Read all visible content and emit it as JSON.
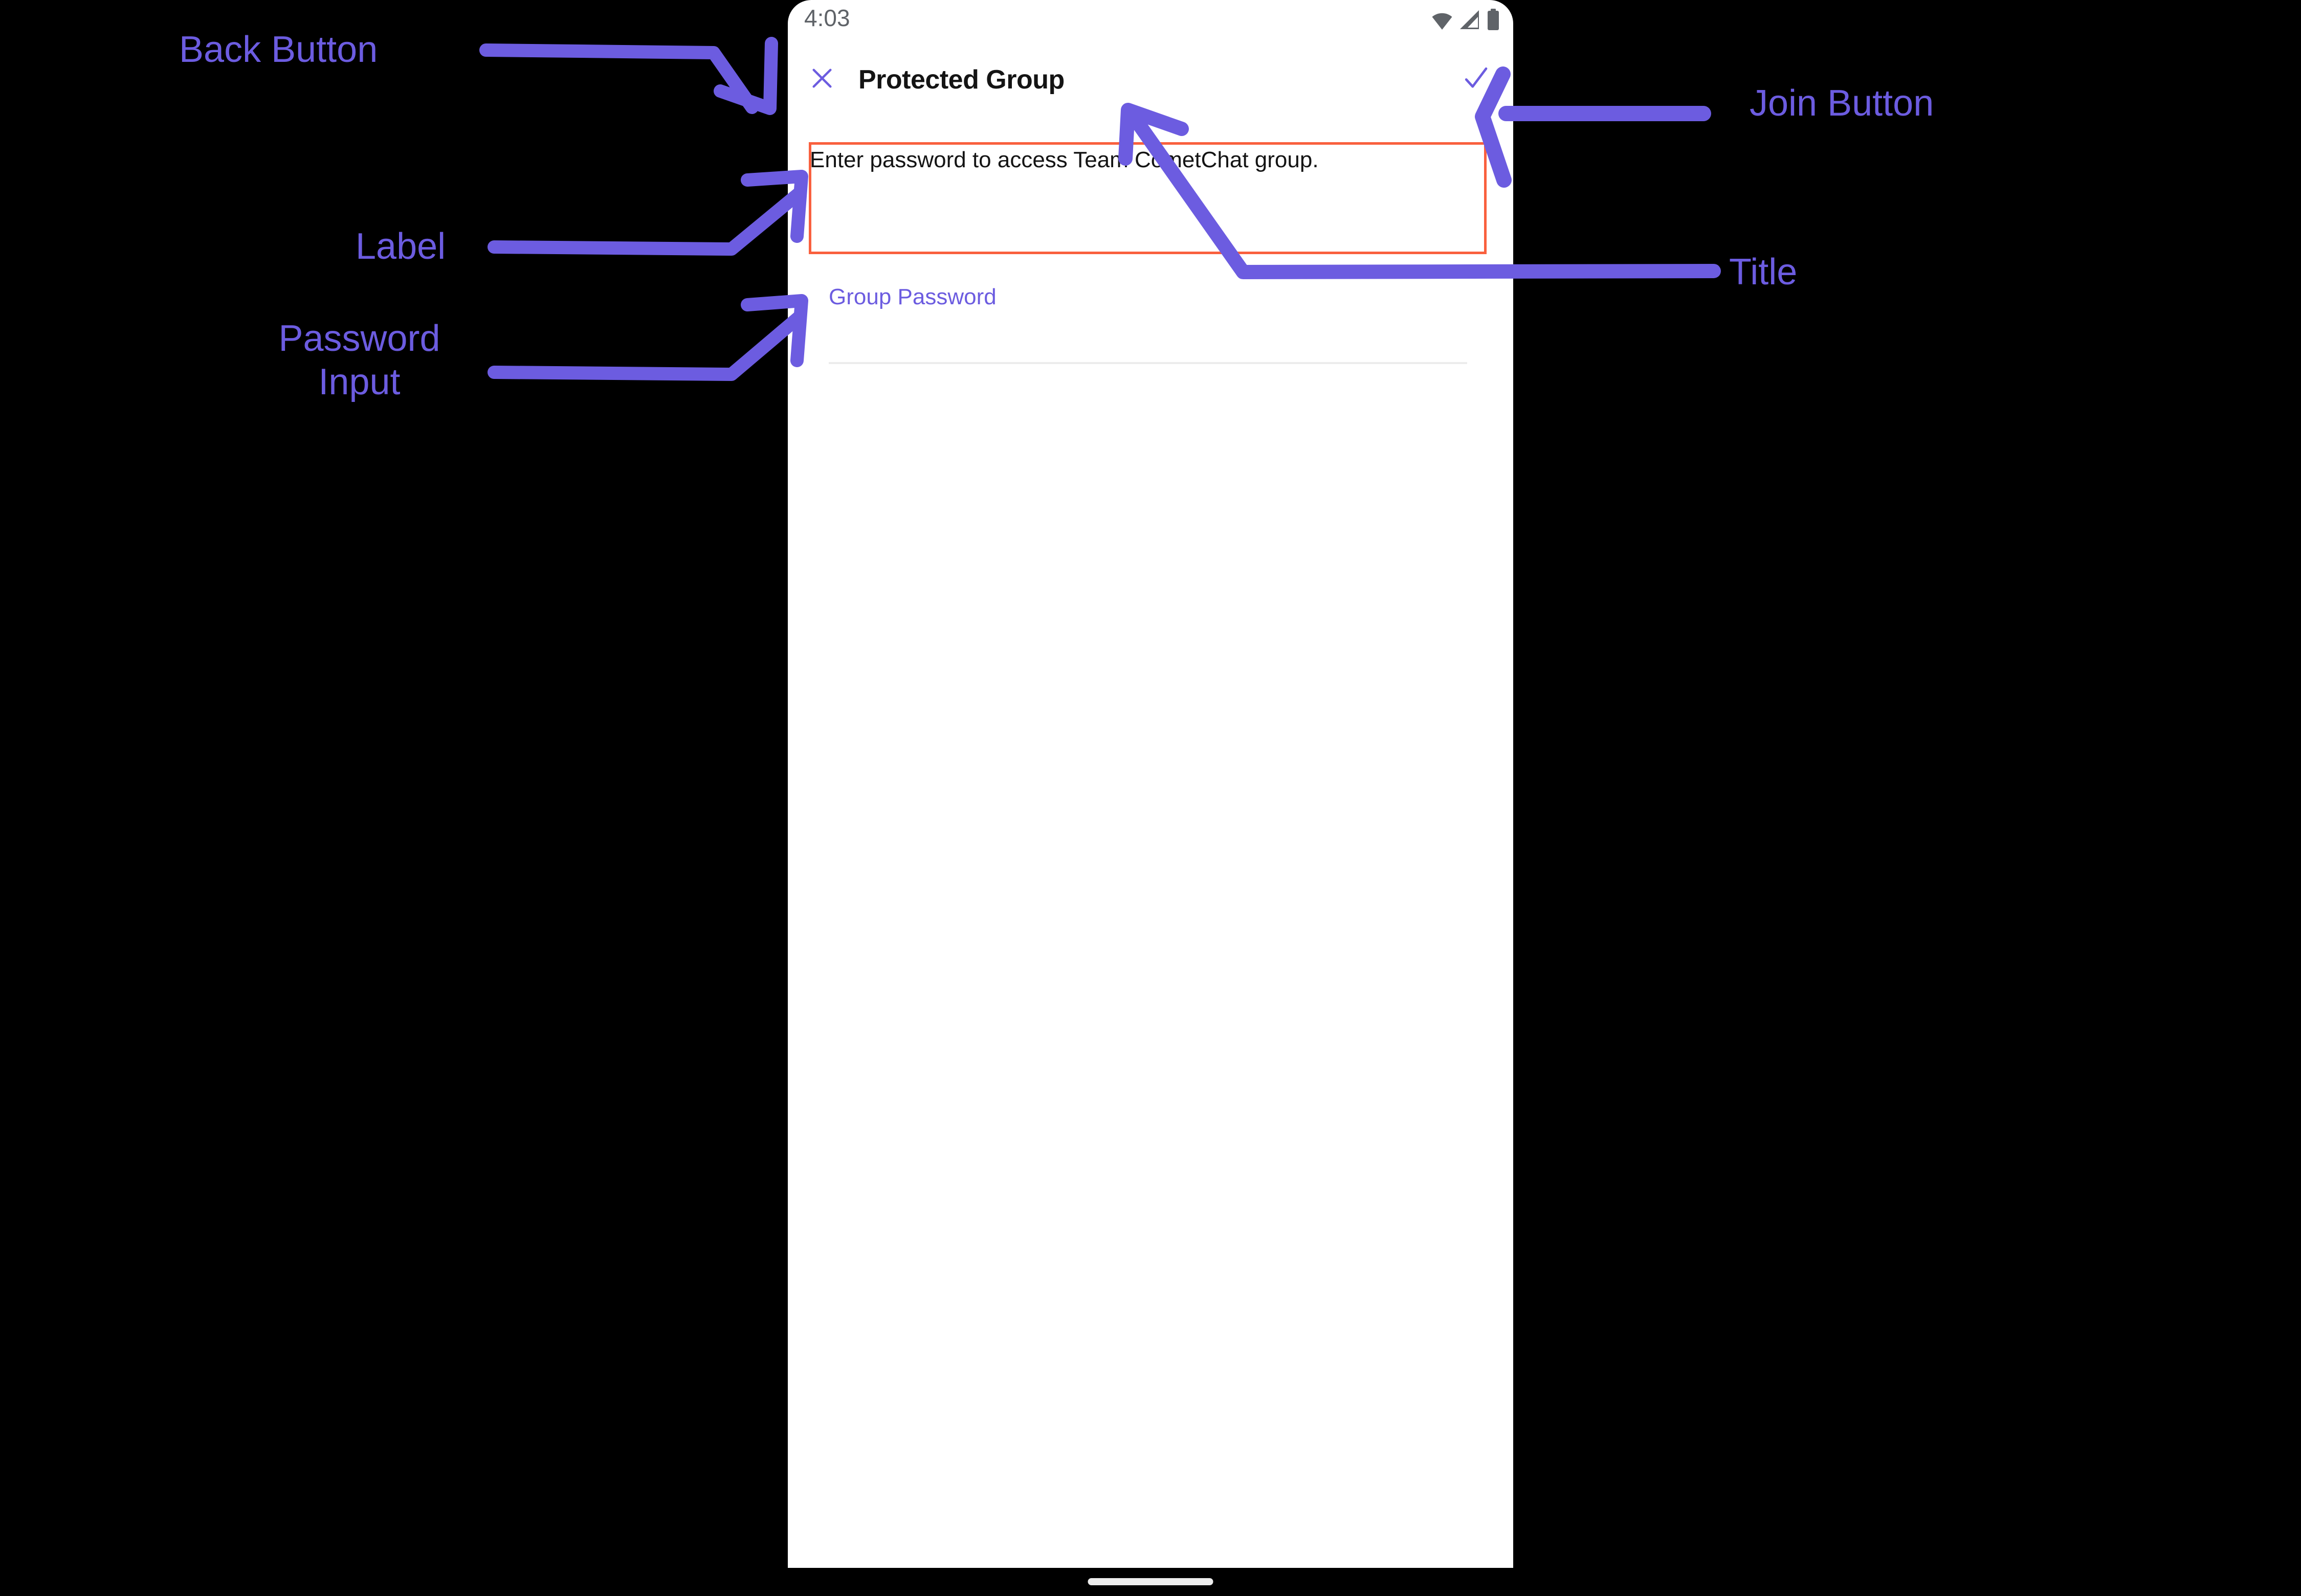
{
  "annotations": {
    "color": "#6C5CE0",
    "items": [
      {
        "name": "back-button",
        "label": "Back Button"
      },
      {
        "name": "label",
        "label": "Label"
      },
      {
        "name": "password-input",
        "label": "Password\nInput"
      },
      {
        "name": "join-button",
        "label": "Join Button"
      },
      {
        "name": "title",
        "label": "Title"
      }
    ],
    "highlight_box_color": "#F9603E"
  },
  "phone": {
    "status_bar": {
      "time": "4:03",
      "icons": [
        "wifi-icon",
        "signal-icon",
        "battery-icon"
      ]
    },
    "app_bar": {
      "close_icon": "close-icon",
      "title": "Protected Group",
      "join_icon": "check-icon"
    },
    "content": {
      "description": "Enter password to access Team CometChat group.",
      "field": {
        "label": "Group Password",
        "value": "",
        "placeholder": ""
      }
    },
    "navigation": {
      "gesture_bar": "home-gesture-bar"
    }
  },
  "colors": {
    "accent_purple": "#6C5CE0",
    "highlight_red": "#F9603E",
    "text_primary": "#141414",
    "status_gray": "#5f6368",
    "divider": "#ececec",
    "background": "#000000",
    "screen": "#ffffff"
  }
}
